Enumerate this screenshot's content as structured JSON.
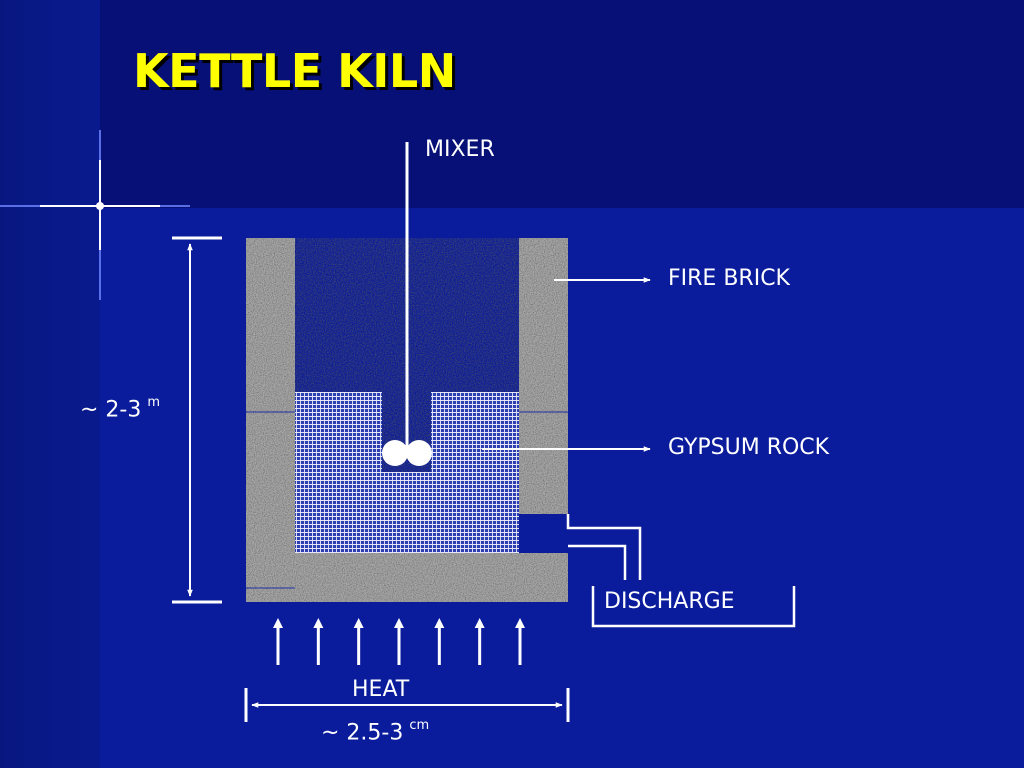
{
  "slide": {
    "title": "KETTLE KILN",
    "colors": {
      "background": "#0a1c9c",
      "header_band": "#061077",
      "title": "#ffff00",
      "text": "#ffffff",
      "fire_brick": "#a8a8a8",
      "gypsum_rock": "#2d3fb0"
    }
  },
  "diagram": {
    "labels": {
      "mixer": "MIXER",
      "fire_brick": "FIRE BRICK",
      "gypsum_rock": "GYPSUM ROCK",
      "discharge": "DISCHARGE",
      "heat": "HEAT"
    },
    "height_dim": {
      "value": "~ 2-3",
      "unit": "m"
    },
    "width_dim": {
      "value": "~ 2.5-3",
      "unit": "cm"
    },
    "heat_arrow_count": 7
  }
}
